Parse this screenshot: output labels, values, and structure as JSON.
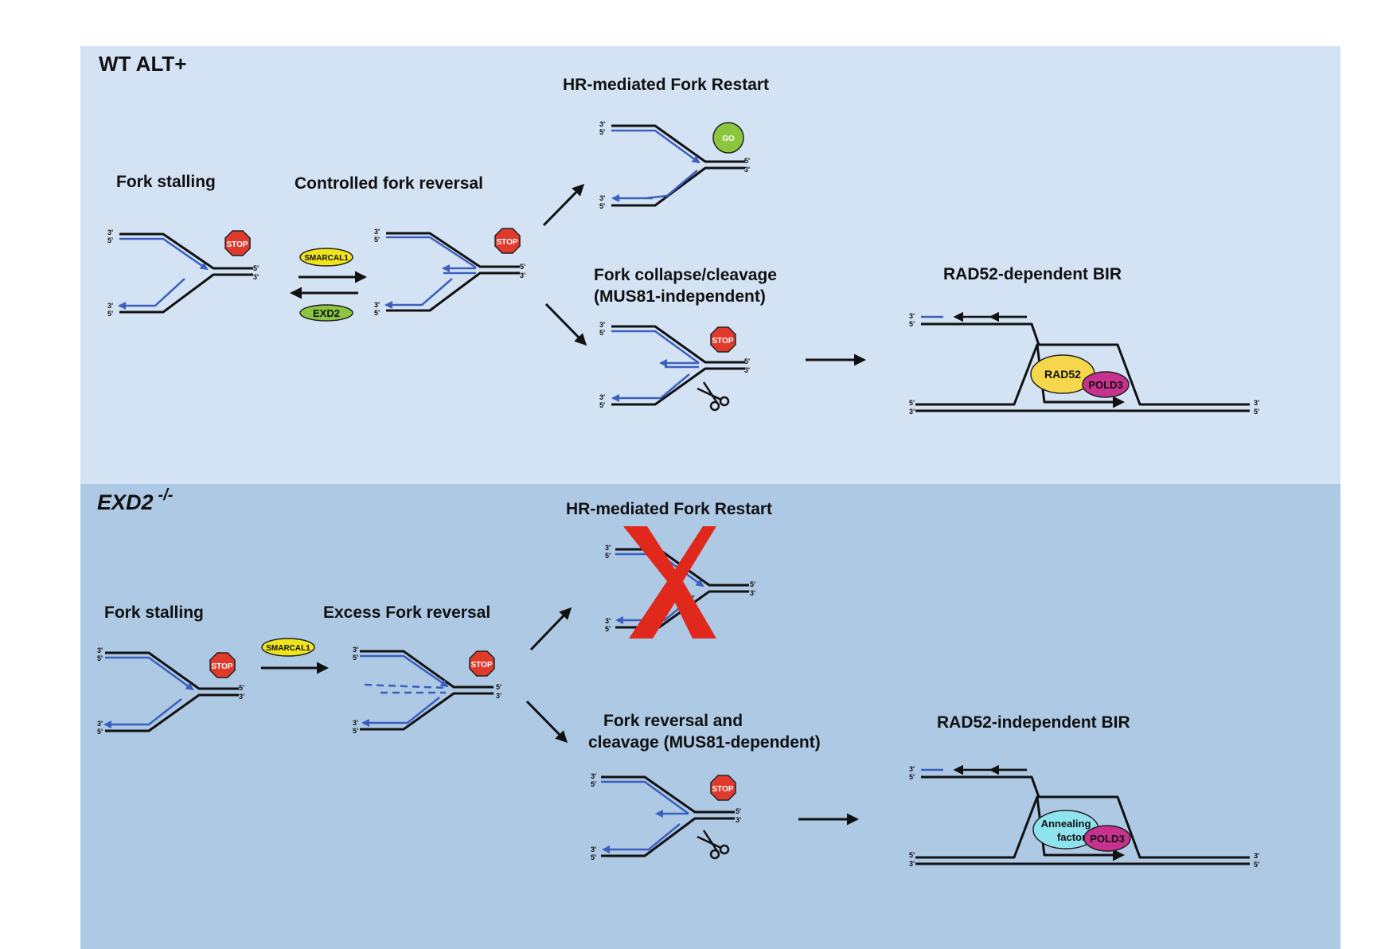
{
  "colors": {
    "background": "#ffffff",
    "panel_top": "#d4e3f3",
    "panel_bottom": "#aec9e4",
    "dna_strand": "#111111",
    "new_strand": "#3b5fbf",
    "stop_sign": "#e03a2c",
    "go_sign": "#8cc63f",
    "smarcal1": "#f0e41a",
    "exd2": "#8cc63f",
    "rad52": "#f6d64c",
    "pold3": "#c7328e",
    "annealing_factor": "#8fe3ee",
    "cross_mark": "#e0281d"
  },
  "icons": {
    "stop": "stop-sign-icon",
    "go": "go-sign-icon",
    "scissors": "scissors-icon",
    "cross": "red-x-icon"
  },
  "ends": {
    "three": "3'",
    "five": "5'"
  },
  "signs": {
    "stop": "STOP",
    "go": "GO"
  },
  "proteins": {
    "smarcal1": "SMARCAL1",
    "exd2": "EXD2",
    "rad52": "RAD52",
    "pold3": "POLD3",
    "annealing_line1": "Annealing",
    "annealing_line2": "factor"
  },
  "top_panel": {
    "title": "WT ALT+",
    "fork_stalling": "Fork stalling",
    "controlled_fork_reversal": "Controlled fork reversal",
    "hr_restart": "HR-mediated Fork Restart",
    "fork_collapse_line1": "Fork collapse/cleavage",
    "fork_collapse_line2": "(MUS81-independent)",
    "bir": "RAD52-dependent BIR"
  },
  "bottom_panel": {
    "title_main": "EXD2",
    "title_sup": "-/-",
    "fork_stalling": "Fork stalling",
    "excess_fork_reversal": "Excess Fork reversal",
    "hr_restart": "HR-mediated Fork Restart",
    "fork_reversal_line1": "Fork reversal and",
    "fork_reversal_line2": "cleavage (MUS81-dependent)",
    "bir": "RAD52-independent BIR"
  }
}
